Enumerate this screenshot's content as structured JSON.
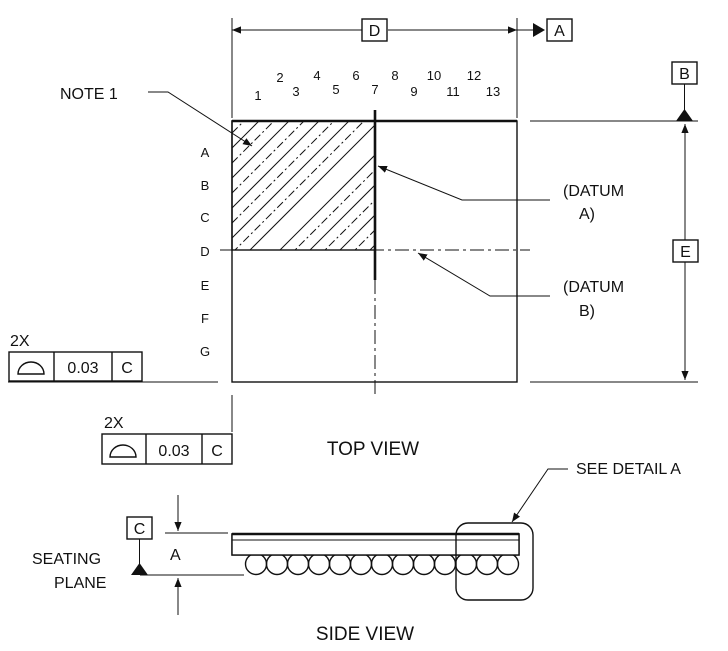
{
  "dimensions": {
    "width_label": "D",
    "height_label": "E",
    "thickness_label": "A"
  },
  "datums": {
    "a": "A",
    "b": "B",
    "c": "C"
  },
  "column_numbers": [
    "1",
    "2",
    "3",
    "4",
    "5",
    "6",
    "7",
    "8",
    "9",
    "10",
    "11",
    "12",
    "13"
  ],
  "row_letters": [
    "A",
    "B",
    "C",
    "D",
    "E",
    "F",
    "G"
  ],
  "notes": {
    "note1": "NOTE 1",
    "datum_a_line1": "(DATUM",
    "datum_a_line2": "A)",
    "datum_b_line1": "(DATUM",
    "datum_b_line2": "B)",
    "see_detail": "SEE DETAIL A",
    "seating_line1": "SEATING",
    "seating_line2": "PLANE"
  },
  "tolerance_frames": [
    {
      "count": "2X",
      "symbol": "profile-of-surface",
      "value": "0.03",
      "datum": "C"
    },
    {
      "count": "2X",
      "symbol": "profile-of-surface",
      "value": "0.03",
      "datum": "C"
    }
  ],
  "view_titles": {
    "top": "TOP VIEW",
    "side": "SIDE VIEW"
  }
}
